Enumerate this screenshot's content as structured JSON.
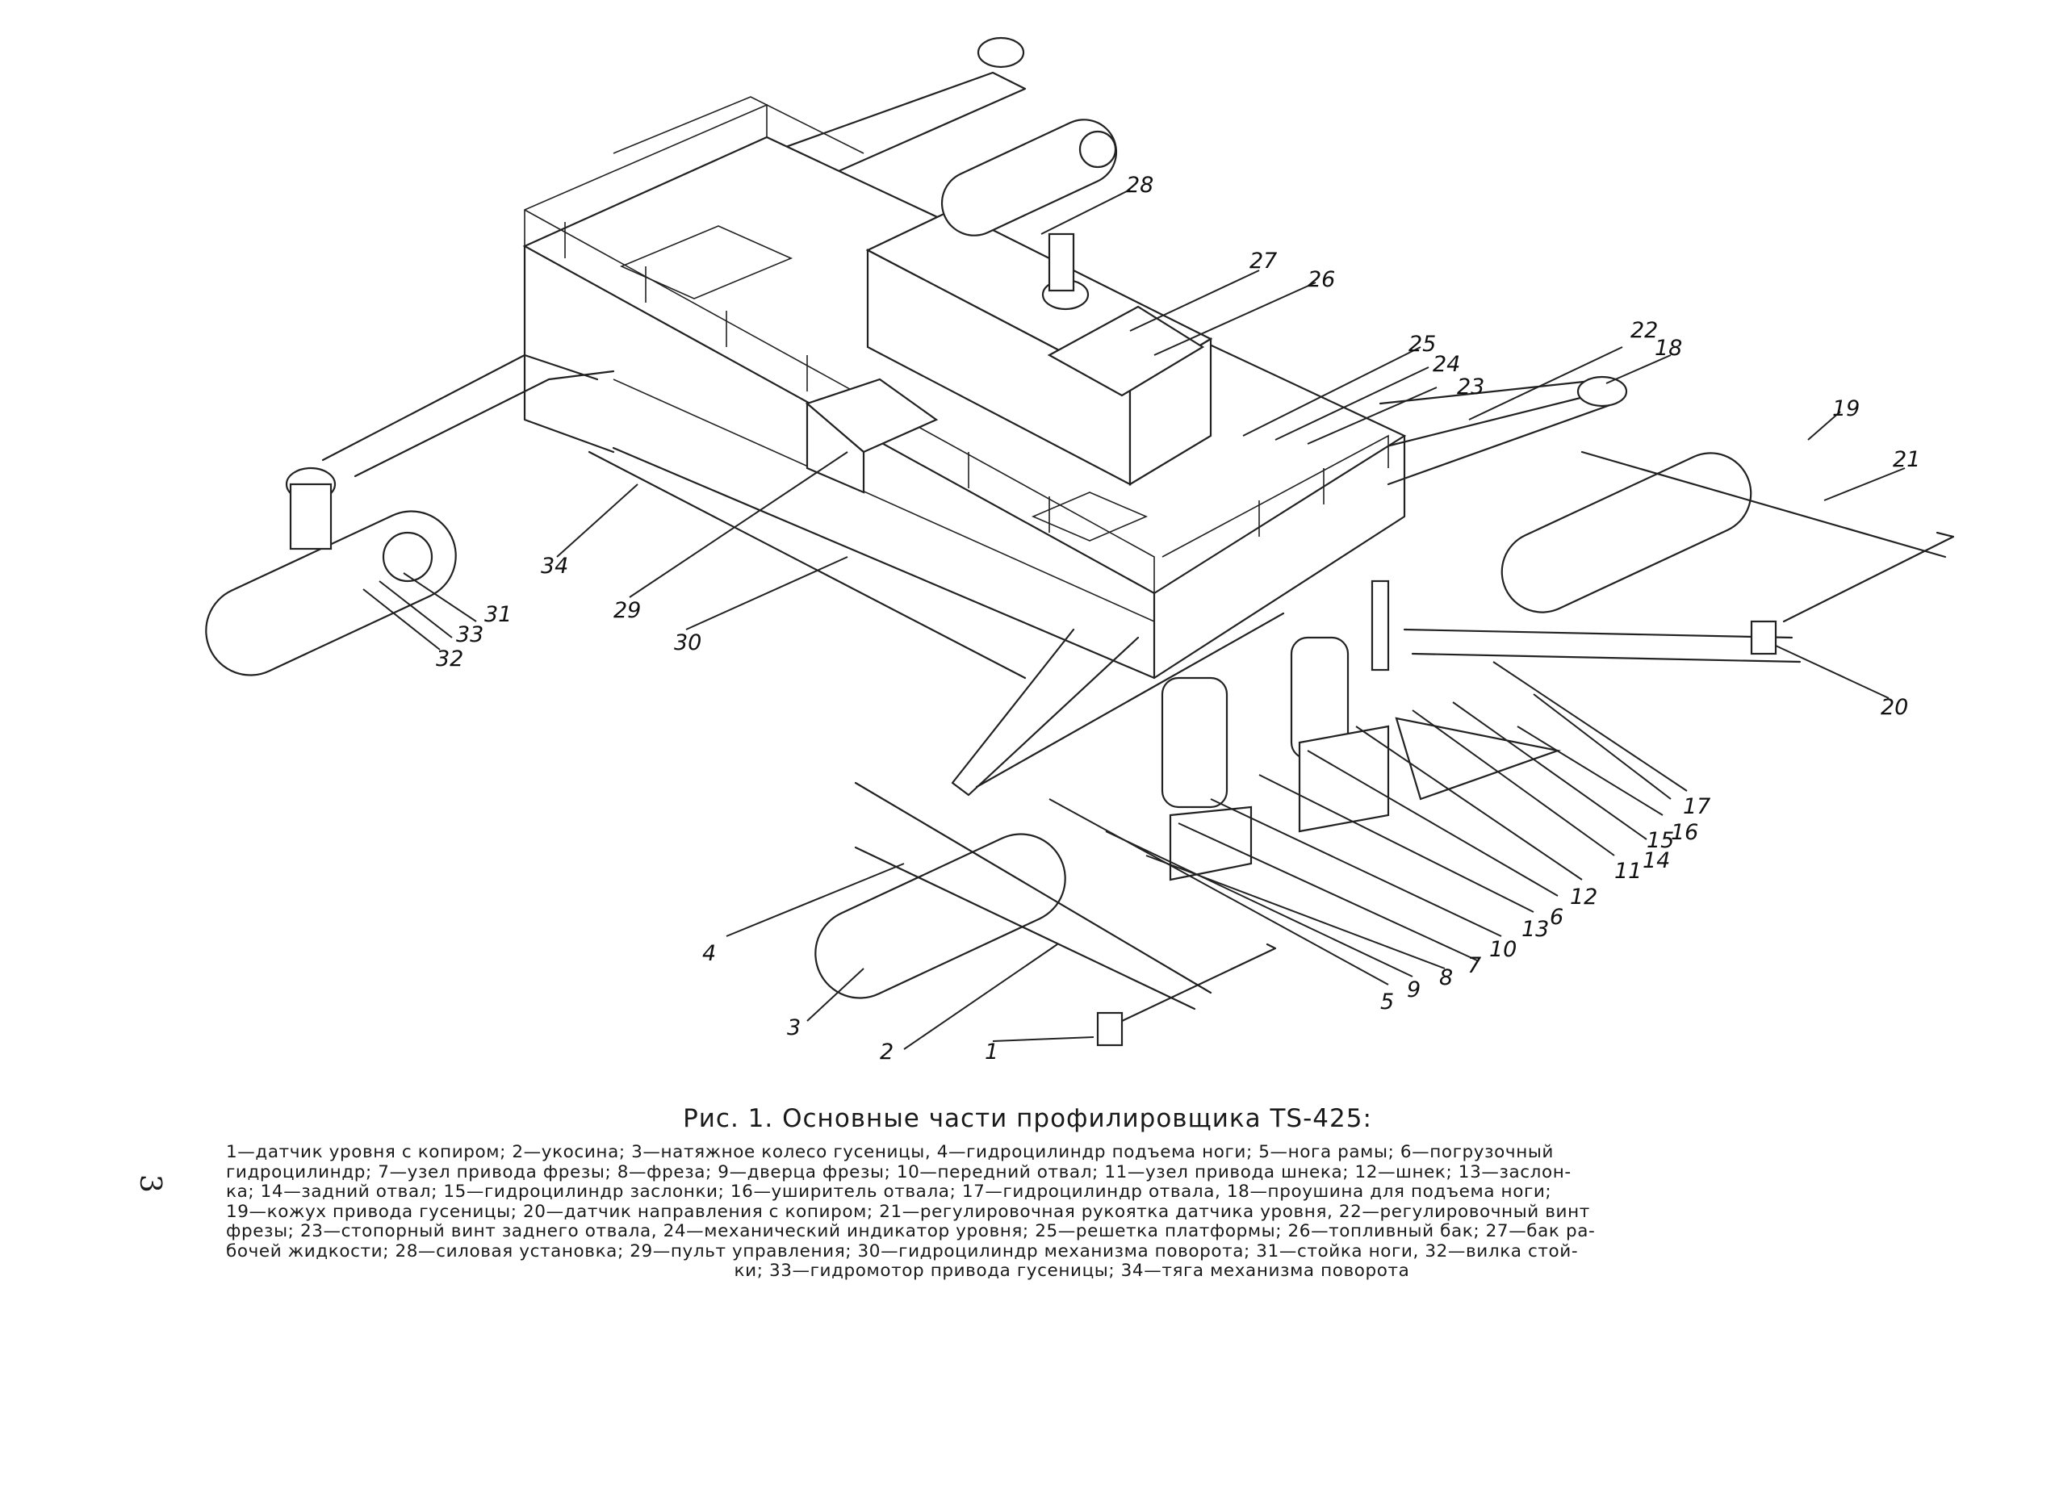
{
  "figure": {
    "caption_title": "Рис. 1. Основные части профилировщика TS-425:",
    "legend_lines": [
      "1—датчик уровня с копиром; 2—укосина; 3—натяжное колесо гусеницы, 4—гидроцилиндр подъема ноги; 5—нога рамы; 6—погрузочный",
      "гидроцилиндр; 7—узел привода фрезы; 8—фреза; 9—дверца фрезы; 10—передний отвал; 11—узел привода шнека; 12—шнек; 13—заслон-",
      "ка; 14—задний отвал; 15—гидроцилиндр заслонки; 16—уширитель отвала; 17—гидроцилиндр отвала, 18—проушина для подъема ноги;",
      "19—кожух привода гусеницы; 20—датчик направления с копиром; 21—регулировочная рукоятка датчика уровня, 22—регулировочный винт",
      "фрезы; 23—стопорный винт заднего отвала, 24—механический индикатор уровня; 25—решетка платформы; 26—топливный бак; 27—бак ра-",
      "бочей жидкости; 28—силовая установка; 29—пульт управления; 30—гидроцилиндр механизма поворота; 31—стойка ноги, 32—вилка стой-",
      "ки; 33—гидромотор привода гусеницы; 34—тяга механизма поворота"
    ],
    "callouts": [
      "1",
      "2",
      "3",
      "4",
      "5",
      "9",
      "8",
      "7",
      "10",
      "13",
      "6",
      "12",
      "11",
      "14",
      "15",
      "16",
      "17",
      "18",
      "19",
      "20",
      "21",
      "22",
      "23",
      "24",
      "25",
      "26",
      "27",
      "28",
      "29",
      "30",
      "31",
      "32",
      "33",
      "34"
    ]
  },
  "page_number": "3"
}
